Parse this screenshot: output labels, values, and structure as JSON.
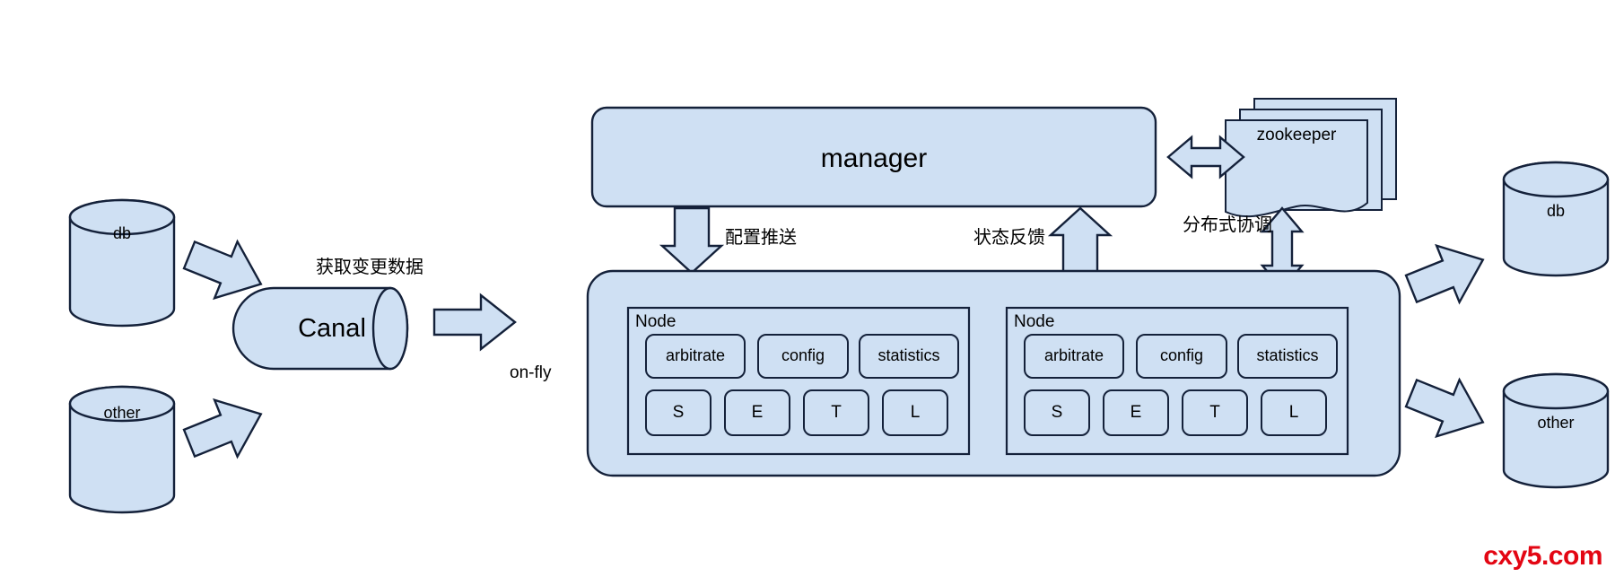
{
  "diagram": {
    "title": "Canal distributed data pipeline architecture",
    "colors": {
      "fill": "#cfe0f3",
      "stroke": "#14213a",
      "watermark": "#e30613"
    },
    "manager": {
      "label": "manager"
    },
    "zookeeper": {
      "label": "zookeeper",
      "stack_count": 3
    },
    "canal": {
      "label": "Canal"
    },
    "sources": [
      {
        "label": "db"
      },
      {
        "label": "other"
      }
    ],
    "sinks": [
      {
        "label": "db"
      },
      {
        "label": "other"
      }
    ],
    "cluster": {
      "nodes": [
        {
          "label": "Node",
          "services": [
            "arbitrate",
            "config",
            "statistics"
          ],
          "letters": [
            "S",
            "E",
            "T",
            "L"
          ]
        },
        {
          "label": "Node",
          "services": [
            "arbitrate",
            "config",
            "statistics"
          ],
          "letters": [
            "S",
            "E",
            "T",
            "L"
          ]
        }
      ]
    },
    "edge_labels": {
      "fetch_change_data": "获取变更数据",
      "on_fly": "on-fly",
      "config_push": "配置推送",
      "status_feedback": "状态反馈",
      "distributed_coordination": "分布式协调"
    },
    "watermark": "cxy5.com"
  }
}
